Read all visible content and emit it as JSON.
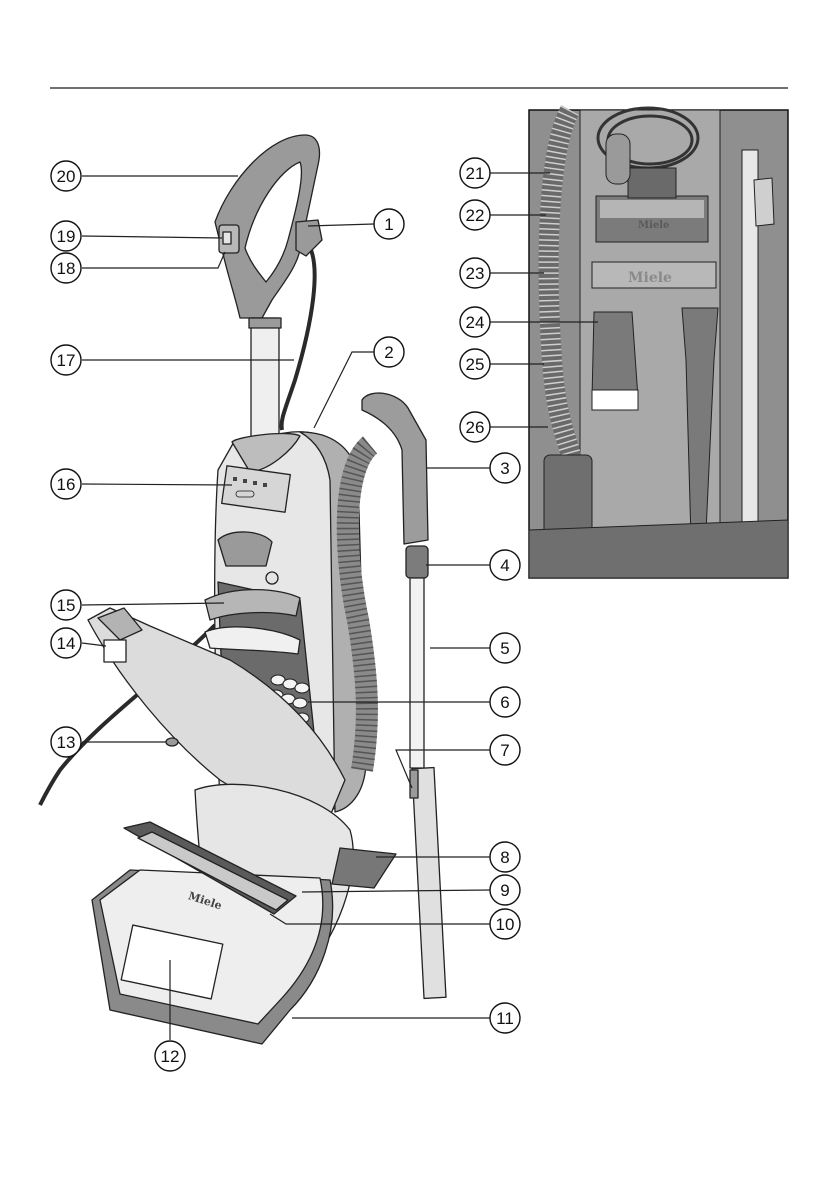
{
  "brand": {
    "logo_text": "Miele"
  },
  "callouts": {
    "c1": "1",
    "c2": "2",
    "c3": "3",
    "c4": "4",
    "c5": "5",
    "c6": "6",
    "c7": "7",
    "c8": "8",
    "c9": "9",
    "c10": "10",
    "c11": "11",
    "c12": "12",
    "c13": "13",
    "c14": "14",
    "c15": "15",
    "c16": "16",
    "c17": "17",
    "c18": "18",
    "c19": "19",
    "c20": "20",
    "c21": "21",
    "c22": "22",
    "c23": "23",
    "c24": "24",
    "c25": "25",
    "c26": "26"
  },
  "colors": {
    "rule": "#1a1a1a",
    "outline": "#222222",
    "body_light": "#e9e9e9",
    "body_mid": "#bcbcbc",
    "body_dark": "#8c8c8c",
    "inset_bg": "#8f8f8f"
  }
}
